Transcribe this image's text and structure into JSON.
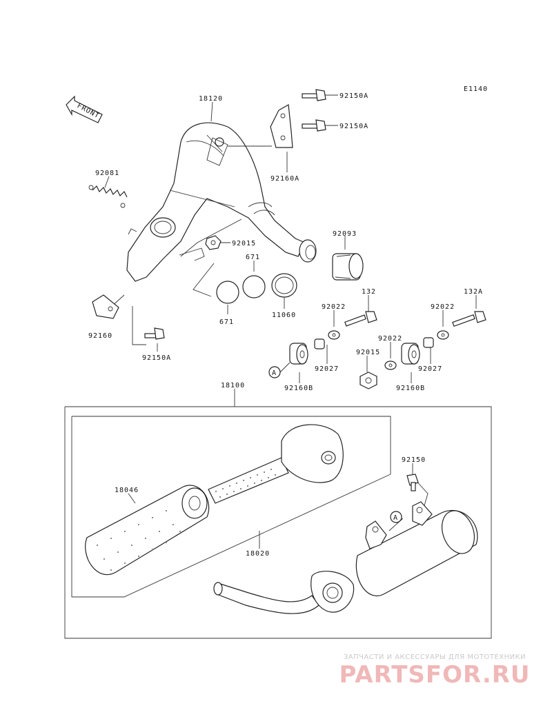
{
  "diagram": {
    "code": "E1140",
    "front_label": "FRONT",
    "labels": {
      "p18120": "18120",
      "p92150A_1": "92150A",
      "p92150A_2": "92150A",
      "p92160A": "92160A",
      "p92081": "92081",
      "p92093": "92093",
      "p92015_a": "92015",
      "p671_a": "671",
      "p671_b": "671",
      "p11060": "11060",
      "p92160": "92160",
      "p92150A_3": "92150A",
      "p92022_a": "92022",
      "p132": "132",
      "p132A": "132A",
      "p92022_b": "92022",
      "p92022_c": "92022",
      "p92015_b": "92015",
      "p92027_a": "92027",
      "p92027_b": "92027",
      "p92160B_a": "92160B",
      "p92160B_b": "92160B",
      "ref_A1": "A",
      "ref_A2": "A",
      "p18100": "18100",
      "p18046": "18046",
      "p18020": "18020",
      "p92150": "92150"
    }
  },
  "watermark": {
    "tagline": "ЗАПЧАСТИ И АКСЕССУАРЫ ДЛЯ МОТОТЕХНИКИ",
    "logo": "PARTSFOR.RU"
  }
}
